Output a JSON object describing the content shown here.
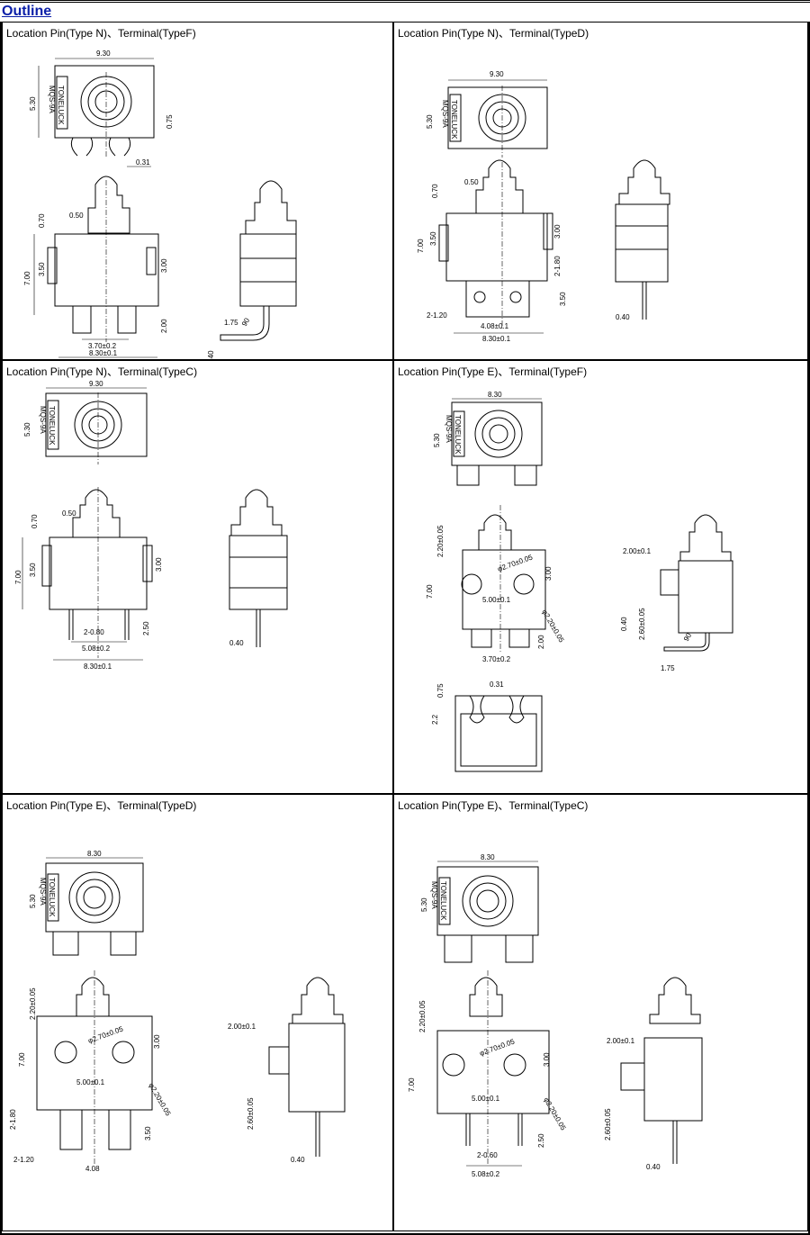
{
  "header": {
    "title": "Outline"
  },
  "cells": [
    {
      "label": "Location Pin(Type N)、Terminal(TypeF)"
    },
    {
      "label": "Location Pin(Type N)、Terminal(TypeD)"
    },
    {
      "label": "Location Pin(Type N)、Terminal(TypeC)"
    },
    {
      "label": "Location Pin(Type E)、Terminal(TypeF)"
    },
    {
      "label": "Location Pin(Type E)、Terminal(TypeD)"
    },
    {
      "label": "Location Pin(Type E)、Terminal(TypeC)"
    }
  ],
  "dims": {
    "w930": "9.30",
    "w830": "8.30",
    "h530": "5.30",
    "d075": "0.75",
    "d031": "0.31",
    "d070": "0.70",
    "d050": "0.50",
    "d700": "7.00",
    "d350": "3.50",
    "d300": "3.00",
    "d200": "2.00",
    "d370": "3.70±0.2",
    "d830": "8.30±0.1",
    "d175": "1.75",
    "d040": "0.40",
    "d90": "90",
    "d180": "2-1.80",
    "d120": "2-1.20",
    "d408": "4.08±0.1",
    "d408s": "4.08",
    "d080": "2-0.80",
    "d060": "2-0.60",
    "d508": "5.08±0.2",
    "d250": "2.50",
    "d220": "2.20±0.05",
    "d270": "φ2.70±0.05",
    "d500": "5.00±0.1",
    "d220b": "φ2.20±0.05",
    "d200b": "2.00±0.1",
    "d260": "2.60±0.05",
    "d22": "2.2",
    "brand": "TONELUCK",
    "model": "MQS-9A"
  }
}
